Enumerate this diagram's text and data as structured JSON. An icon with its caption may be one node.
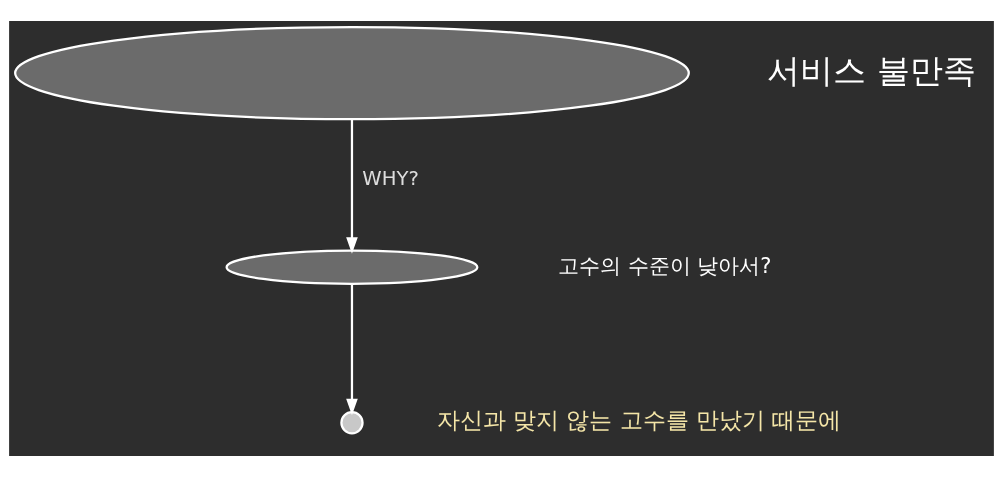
{
  "diagram": {
    "nodes": [
      {
        "text": [],
        "shape": "ellipse",
        "beside": [
          "서비스 불만족"
        ]
      },
      {
        "text": [],
        "shape": "ellipse",
        "beside": [
          "고수의 수준이 낮아서?"
        ]
      },
      {
        "text": [],
        "shape": "circle",
        "beside": [
          "자신과 맞지 않는 고수를 만났기 때문에"
        ]
      }
    ],
    "edges": [
      {
        "from": 0,
        "to": 1,
        "arrow": "to",
        "label": "WHY?"
      },
      {
        "from": 1,
        "to": 2,
        "arrow": "to"
      }
    ]
  }
}
